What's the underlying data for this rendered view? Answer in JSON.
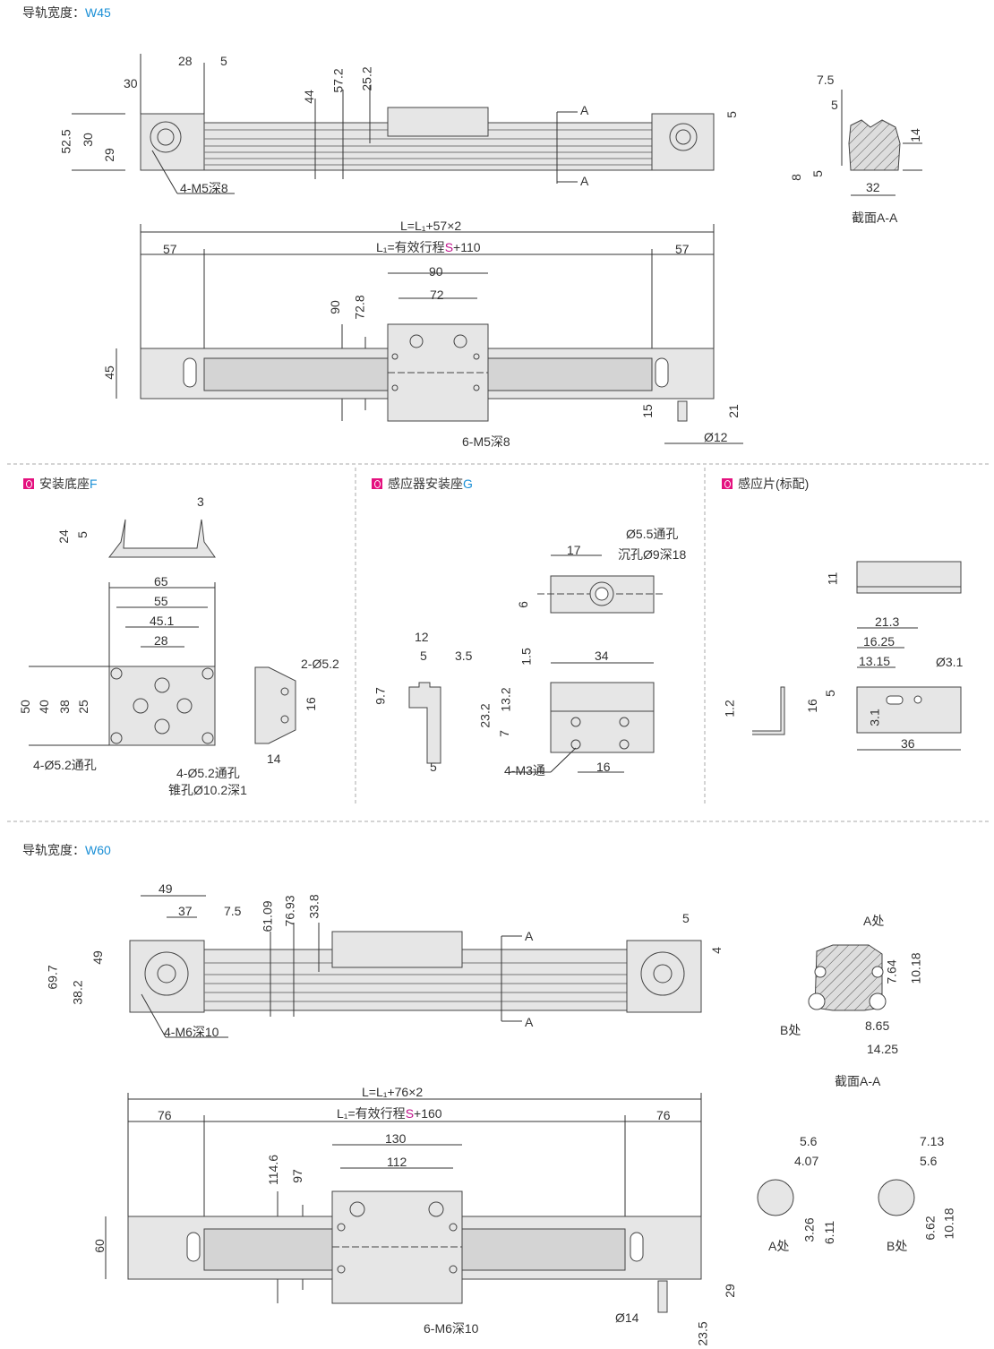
{
  "w45": {
    "title_label": "导轨宽度：",
    "title_value": "W45",
    "top_view": [
      "28",
      "5",
      "30",
      "52.5",
      "30",
      "29",
      "44",
      "57.2",
      "25.2",
      "A",
      "A",
      "5",
      "4-M5深8"
    ],
    "section": [
      "7.5",
      "5",
      "14",
      "8",
      "5",
      "32",
      "截面A-A"
    ],
    "front_view": {
      "total_length": "L=L₁+57×2",
      "end_left": "57",
      "stroke_prefix": "L₁=有效行程",
      "stroke_symbol": "S",
      "stroke_suffix": "+110",
      "end_right": "57",
      "dims": [
        "90",
        "72",
        "90",
        "72.8",
        "45",
        "15",
        "21",
        "Ø12",
        "6-M5深8"
      ]
    }
  },
  "base_f": {
    "header_prefix": "安装底座",
    "header_code": "F",
    "dims": [
      "3",
      "24",
      "5",
      "65",
      "55",
      "45.1",
      "28",
      "2-Ø5.2",
      "50",
      "40",
      "38",
      "25",
      "16",
      "14",
      "4-Ø5.2通孔",
      "4-Ø5.2通孔",
      "锥孔Ø10.2深1"
    ]
  },
  "sensor_mount_g": {
    "header_prefix": "感应器安装座",
    "header_code": "G",
    "dims": [
      "Ø5.5通孔",
      "沉孔Ø9深18",
      "17",
      "6",
      "12",
      "5",
      "3.5",
      "1.5",
      "34",
      "9.7",
      "23.2",
      "13.2",
      "7",
      "4-M3通",
      "5",
      "16"
    ]
  },
  "sensor_plate": {
    "header": "感应片(标配)",
    "dims": [
      "11",
      "21.3",
      "16.25",
      "13.15",
      "Ø3.1",
      "5",
      "16",
      "3.1",
      "1.2",
      "36"
    ]
  },
  "w60": {
    "title_label": "导轨宽度：",
    "title_value": "W60",
    "top_view": [
      "49",
      "37",
      "7.5",
      "69.7",
      "49",
      "38.2",
      "61.09",
      "76.93",
      "33.8",
      "A",
      "A",
      "5",
      "4",
      "4-M6深10"
    ],
    "section": [
      "A处",
      "7.64",
      "10.18",
      "B处",
      "8.65",
      "14.25",
      "截面A-A"
    ],
    "front_view": {
      "total_length": "L=L₁+76×2",
      "end_left": "76",
      "stroke_prefix": "L₁=有效行程",
      "stroke_symbol": "S",
      "stroke_suffix": "+160",
      "end_right": "76",
      "dims": [
        "130",
        "112",
        "114.6",
        "97",
        "60",
        "29",
        "Ø14",
        "23.5",
        "6-M6深10"
      ]
    },
    "detail_a": [
      "5.6",
      "4.07",
      "3.26",
      "6.11",
      "A处"
    ],
    "detail_b": [
      "7.13",
      "5.6",
      "6.62",
      "10.18",
      "B处"
    ]
  },
  "colors": {
    "accent_blue": "#1a8fd6",
    "stroke_symbol": "#b0309a",
    "bullet": "#e4127f",
    "part_fill": "#e6e6e6"
  }
}
